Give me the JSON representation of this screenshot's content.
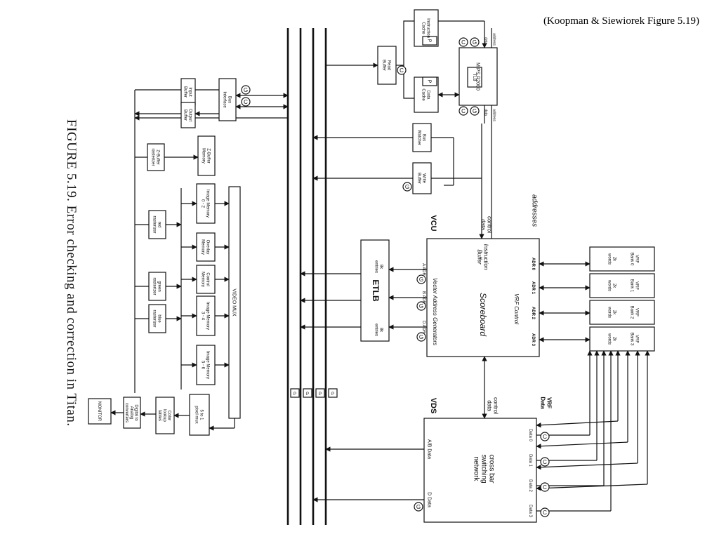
{
  "citation": "(Koopman & Siewiorek Figure 5.19)",
  "caption": "FIGURE  5.19.   Error checking and correction in Titan.",
  "sections": {
    "vcu": "VCU",
    "vds": "VDS",
    "vrf_data": "VRF\nData",
    "addresses": "addresses"
  },
  "bus_labels": {
    "control_data_top": "control\ndata",
    "control_data_bottom": "control\ndata",
    "address_top": "address",
    "address_bottom": "address",
    "data_top": "data",
    "data_bottom": "data"
  },
  "cpu": {
    "instruction_cache": "Instruction\nCache",
    "data_cache": "Data\nCache",
    "p": "P",
    "mips": "MIPS R2000",
    "tlb": "TLB",
    "read_buffer": "Read\nBuffer",
    "bus_watcher": "Bus\nWatcher",
    "write_buffer": "Write\nBuffer"
  },
  "graphics": {
    "input_buffer": "Input\nBuffer",
    "output_buffer": "Output\nBuffer",
    "bus_interface": "Bus\nInterface",
    "z_rasterizer": "Z-Buffer\nrasterizer",
    "z_memory": "Z-Buffer\nMemory",
    "image_memory_02": "Image Memory\n0 - 2",
    "overlay_memory": "Overlay\nMemory",
    "control_memory": "Control\nMemory",
    "image_memory_34": "Image Memory\n3 - 4",
    "image_memory_56": "Image Memory\n5 - 6",
    "red_rasterizer": "red\nrasterizer",
    "green_rasterizer": "green\nrasterizer",
    "blue_rasterizer": "blue\nrasterizer",
    "video_mux": "VIDEO MUX",
    "pixel_mux": "5 to 1\npixel mux",
    "color_lookup": "Color\nlookup\ntables",
    "dac": "Digital to\nAnalog\nconverters",
    "monitor": "MONITOR"
  },
  "vcu": {
    "instruction_buffer": "Instruction\nBuffer",
    "scoreboard": "Scoreboard",
    "vrf_control": "VRF Control",
    "vag": "Vector Address Generators",
    "a_adr": "A ADR",
    "b_adr": "B ADR",
    "d_adr": "D ADR",
    "adr": [
      "ADR 0",
      "ADR 1",
      "ADR 2",
      "ADR 3"
    ],
    "etlb": "ETLB",
    "etlb_entries_a": "8k\nentries",
    "etlb_entries_b": "8k\nentries"
  },
  "vrf_banks": [
    {
      "name": "VRF\nBank 0",
      "words": "2k\nwords"
    },
    {
      "name": "VRF\nBank 1",
      "words": "2k\nwords"
    },
    {
      "name": "VRF\nBank 2",
      "words": "2k\nwords"
    },
    {
      "name": "VRF\nBank 3",
      "words": "2k\nwords"
    }
  ],
  "vds": {
    "crossbar": "cross bar\nswitching\nnetwork",
    "ab_data": "A/B Data",
    "d_data": "D Data",
    "data_ports": [
      "Data 0",
      "Data 1",
      "Data 2",
      "Data 3"
    ]
  },
  "markers": {
    "g": "G",
    "c": "C",
    "p": "P"
  }
}
